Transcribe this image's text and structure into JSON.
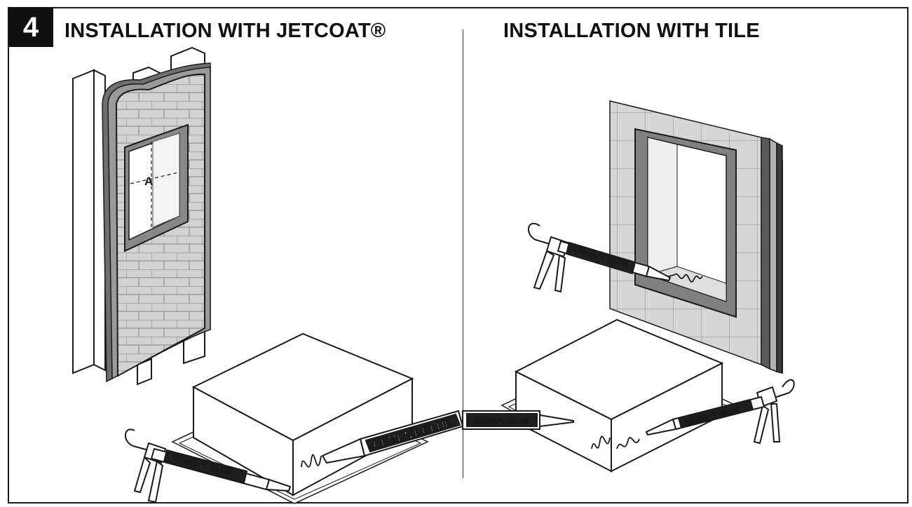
{
  "step": {
    "number": "4"
  },
  "headings": {
    "left": "INSTALLATION WITH JETCOAT®",
    "right": "INSTALLATION WITH TILE"
  },
  "labels": {
    "dimension_a": "A",
    "glue": "CEMENT GLUE"
  },
  "colors": {
    "ink": "#1a1a1a",
    "wall_gray": "#cfcfcf",
    "membrane_gray": "#777777",
    "frame_gray": "#8a8a8a"
  }
}
